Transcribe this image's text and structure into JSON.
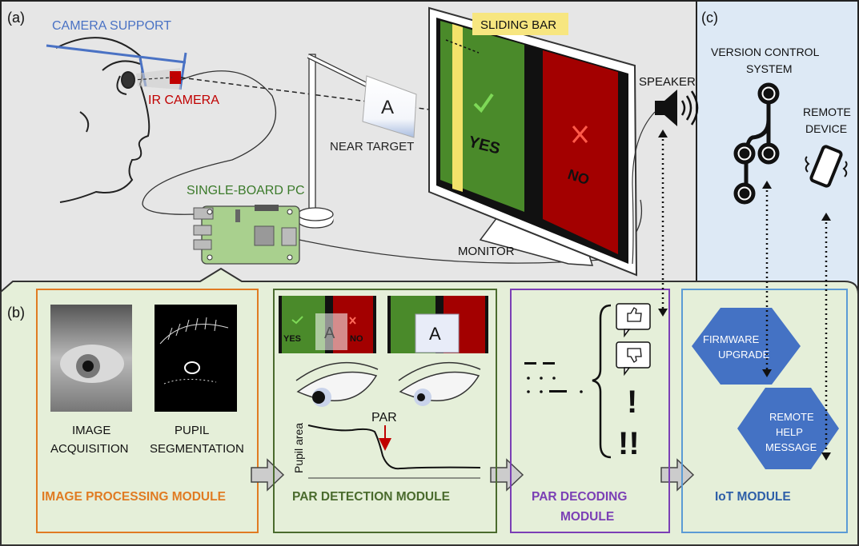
{
  "panels": {
    "a": "(a)",
    "b": "(b)",
    "c": "(c)"
  },
  "setup": {
    "camera_support": "CAMERA SUPPORT",
    "ir_camera": "IR CAMERA",
    "near_target": "NEAR TARGET",
    "near_target_letter": "A",
    "single_board_pc": "SINGLE-BOARD PC",
    "sliding_bar": "SLIDING BAR",
    "yes": "YES",
    "no": "NO",
    "monitor": "MONITOR",
    "speaker": "SPEAKER"
  },
  "iot_side": {
    "version_control_line1": "VERSION CONTROL",
    "version_control_line2": "SYSTEM",
    "remote_device_line1": "REMOTE",
    "remote_device_line2": "DEVICE"
  },
  "modules": {
    "image_processing": {
      "title": "IMAGE PROCESSING MODULE",
      "acquisition_line1": "IMAGE",
      "acquisition_line2": "ACQUISITION",
      "segmentation_line1": "PUPIL",
      "segmentation_line2": "SEGMENTATION",
      "color": "#e07b22"
    },
    "par_detection": {
      "title": "PAR DETECTION MODULE",
      "thumb_yes": "YES",
      "thumb_no": "NO",
      "thumb_letter": "A",
      "pupil_area": "Pupil area",
      "par": "PAR",
      "color": "#4a6b2d"
    },
    "par_decoding": {
      "title_line1": "PAR DECODING",
      "title_line2": "MODULE",
      "exclaim_single": "!",
      "exclaim_double": "!!",
      "color": "#7b3fb5"
    },
    "iot": {
      "title": "IoT  MODULE",
      "firmware_line1": "FIRMWARE",
      "firmware_line2": "UPGRADE",
      "remote_help_line1": "REMOTE",
      "remote_help_line2": "HELP",
      "remote_help_line3": "MESSAGE",
      "color": "#2e5fa8"
    }
  },
  "colors": {
    "top_bg": "#e6e6e6",
    "right_bg": "#dde9f5",
    "bottom_bg": "#e5efd9",
    "screen_green": "#4a8a2a",
    "screen_red": "#a30000",
    "bar_yellow": "#f2e26a",
    "hex_blue": "#4472c4",
    "camera_blue": "#4a72c4",
    "camera_red": "#c00000",
    "pc_green": "#a9d08e",
    "label_green": "#3b7a2a"
  }
}
